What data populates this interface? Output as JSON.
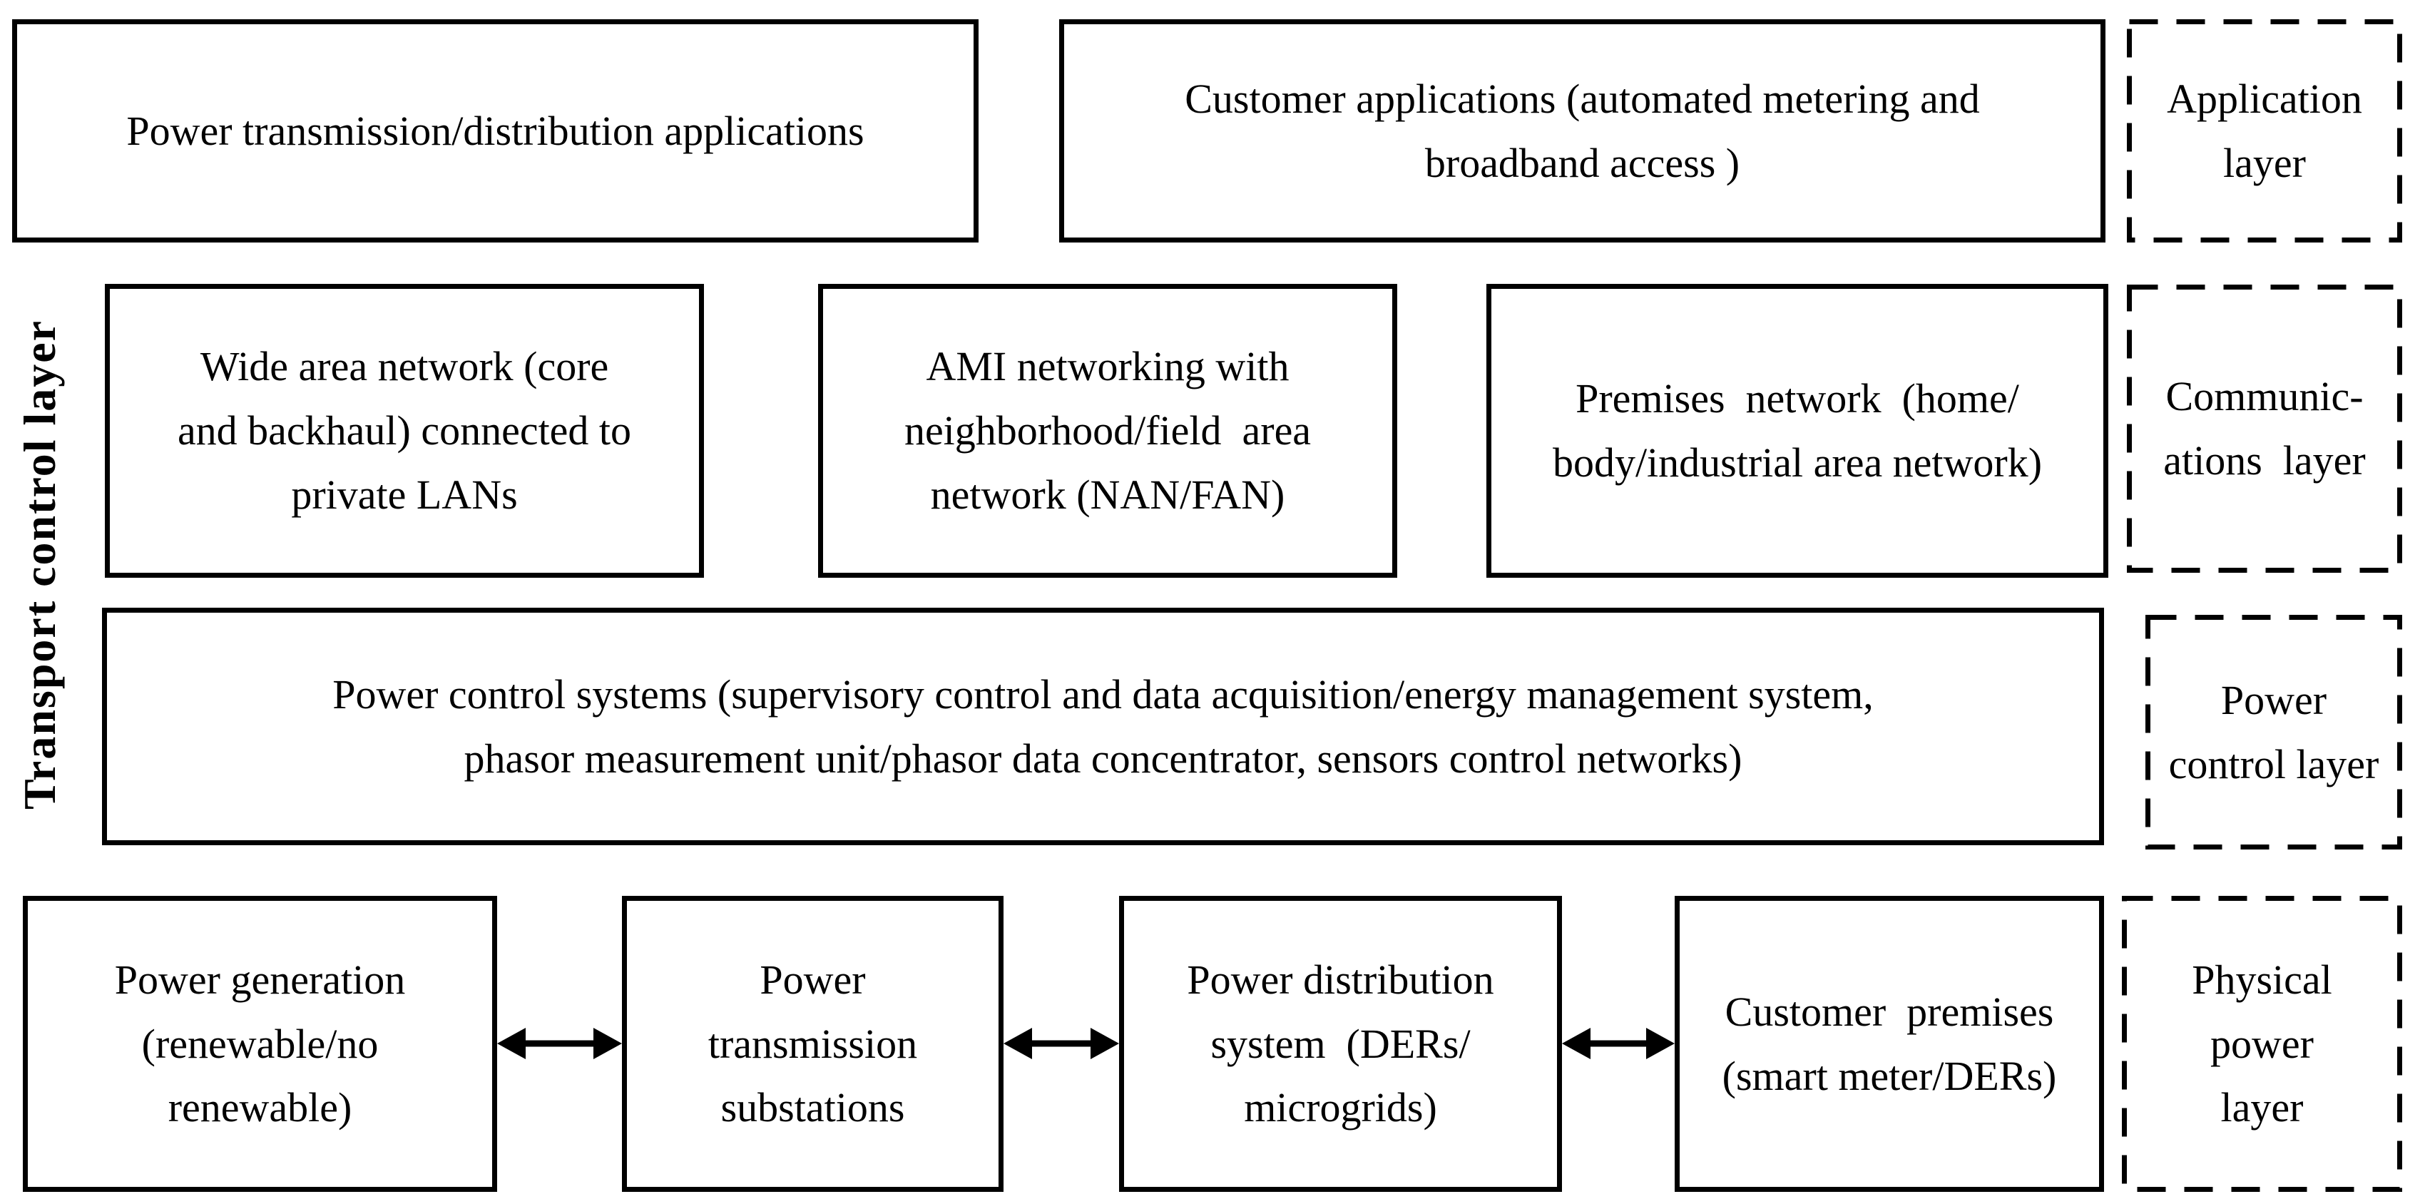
{
  "colors": {
    "ink": "#000000",
    "background": "#ffffff"
  },
  "side_label": "Transport control layer",
  "application_row": {
    "power_apps": {
      "lines": [
        "Power transmission/distribution applications"
      ]
    },
    "customer_apps": {
      "lines": [
        "Customer applications (automated metering and",
        "broadband access )"
      ]
    },
    "layer_label": {
      "lines": [
        "Application",
        "layer"
      ]
    }
  },
  "communications_row": {
    "wide_area": {
      "lines": [
        "Wide area network (core",
        "and backhaul) connected to",
        "private LANs"
      ]
    },
    "ami": {
      "lines": [
        "AMI networking with",
        "neighborhood/field  area",
        "network (NAN/FAN)"
      ]
    },
    "premises": {
      "lines": [
        "Premises  network  (home/",
        "body/industrial area network)"
      ]
    },
    "layer_label": {
      "lines": [
        "Communic-",
        "ations  layer"
      ]
    }
  },
  "power_control_row": {
    "systems": {
      "lines": [
        "Power control systems (supervisory control and data acquisition/energy management system,",
        "phasor measurement unit/phasor data concentrator, sensors control networks)"
      ]
    },
    "layer_label": {
      "lines": [
        "Power",
        "control layer"
      ]
    }
  },
  "physical_row": {
    "generation": {
      "lines": [
        "Power generation",
        "(renewable/no",
        "renewable)"
      ]
    },
    "transmission": {
      "lines": [
        "Power",
        "transmission",
        "substations"
      ]
    },
    "distribution": {
      "lines": [
        "Power distribution",
        "system  (DERs/",
        "microgrids)"
      ]
    },
    "customer_premises": {
      "lines": [
        "Customer  premises",
        "(smart meter/DERs)"
      ]
    },
    "layer_label": {
      "lines": [
        "Physical",
        "power",
        "layer"
      ]
    }
  }
}
